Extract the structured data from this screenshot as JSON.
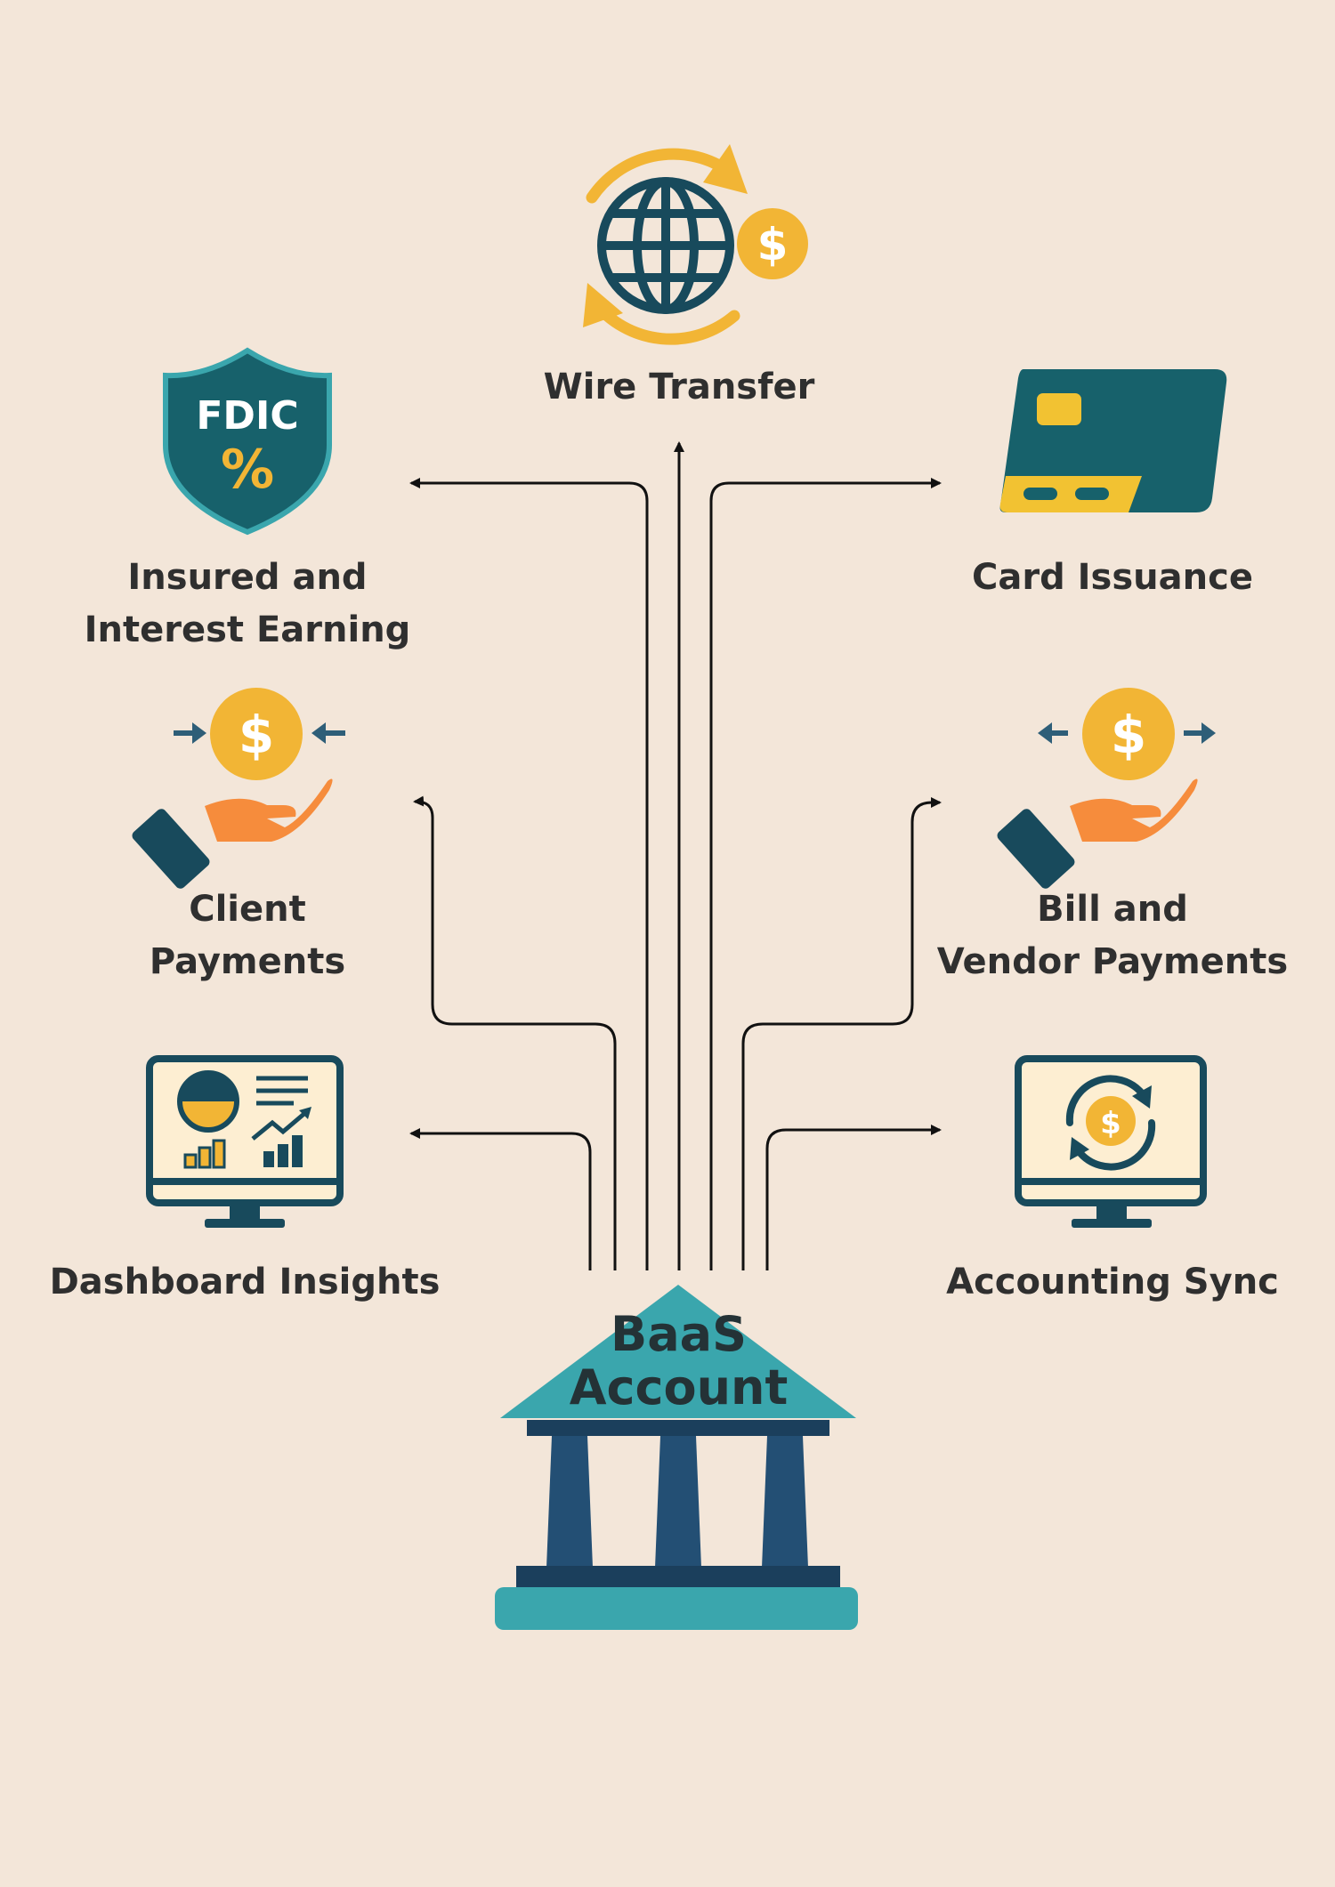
{
  "center": {
    "line1": "BaaS",
    "line2": "Account"
  },
  "features": {
    "wire_transfer": {
      "label": "Wire Transfer"
    },
    "insured": {
      "line1": "Insured and",
      "line2": "Interest Earning",
      "badge_text": "FDIC",
      "badge_symbol": "%"
    },
    "card_issuance": {
      "label": "Card Issuance"
    },
    "client_payments": {
      "line1": "Client",
      "line2": "Payments"
    },
    "bill_payments": {
      "line1": "Bill and",
      "line2": "Vendor Payments"
    },
    "dashboard": {
      "label": "Dashboard Insights"
    },
    "accounting": {
      "label": "Accounting Sync"
    }
  },
  "icons": {
    "wire_transfer": "globe-exchange-icon",
    "insured": "fdic-shield-icon",
    "card_issuance": "credit-card-icon",
    "client_payments": "hand-receiving-coin-icon",
    "bill_payments": "hand-sending-coin-icon",
    "dashboard": "analytics-monitor-icon",
    "accounting": "sync-monitor-icon",
    "center": "bank-building-icon"
  },
  "colors": {
    "background": "#f3e6d9",
    "teal_dark": "#17616b",
    "navy": "#184a5c",
    "gold": "#f2b535",
    "orange": "#f68c3c",
    "roof": "#3aa6ad",
    "column": "#234f74",
    "text": "#2f2f2f"
  }
}
